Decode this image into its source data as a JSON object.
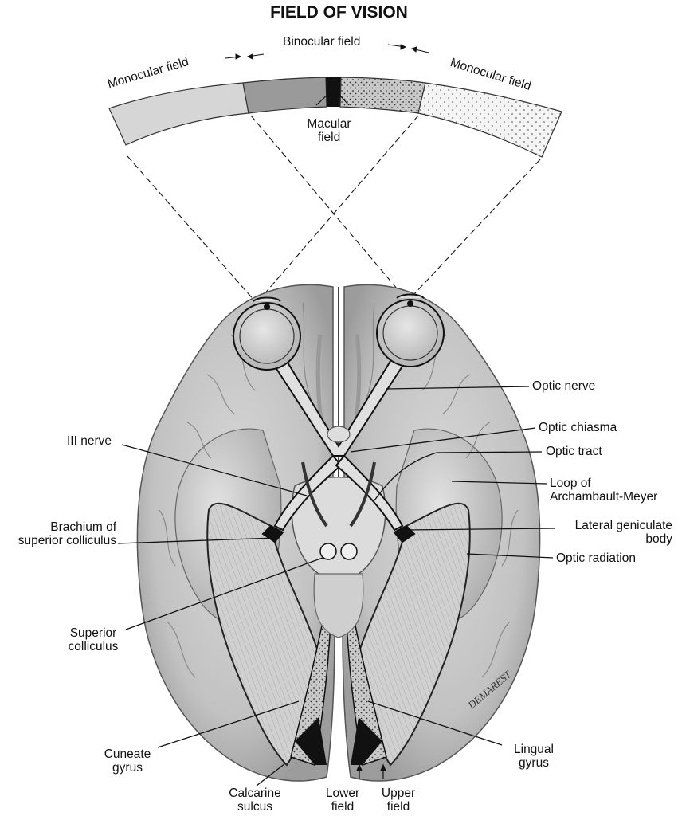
{
  "title": "FIELD OF VISION",
  "fields": {
    "binocular": "Binocular field",
    "monocular_left": "Monocular field",
    "monocular_right": "Monocular field",
    "macular": [
      "Macular",
      "field"
    ]
  },
  "labels": {
    "optic_nerve": "Optic nerve",
    "optic_chiasma": "Optic chiasma",
    "optic_tract": "Optic tract",
    "loop": [
      "Loop of",
      "Archambault-Meyer"
    ],
    "lgb": [
      "Lateral geniculate",
      "body"
    ],
    "optic_radiation": "Optic radiation",
    "iii_nerve": "III nerve",
    "brachium": [
      "Brachium of",
      "superior colliculus"
    ],
    "superior_colliculus": [
      "Superior",
      "colliculus"
    ],
    "cuneate": [
      "Cuneate",
      "gyrus"
    ],
    "calcarine": [
      "Calcarine",
      "sulcus"
    ],
    "lower_field": [
      "Lower",
      "field"
    ],
    "upper_field": [
      "Upper",
      "field"
    ],
    "lingual": [
      "Lingual",
      "gyrus"
    ]
  },
  "signature": "DEMAREST",
  "colors": {
    "brain": "#c4c4c4",
    "brain_shadow": "#8e8e8e",
    "line": "#111111",
    "monocular_left_band": "#d6d6d6",
    "binocular_band": "#9a9a9a",
    "macular_band": "#111111"
  }
}
